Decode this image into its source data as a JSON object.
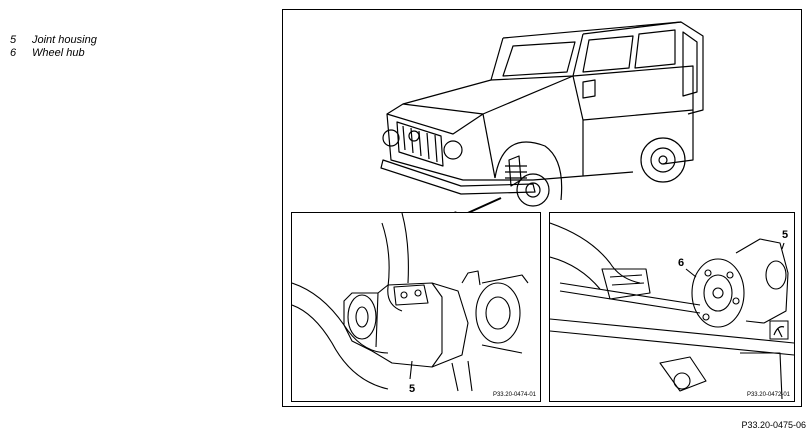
{
  "legend": [
    {
      "number": "5",
      "label": "Joint housing"
    },
    {
      "number": "6",
      "label": "Wheel hub"
    }
  ],
  "insets": {
    "left": {
      "callout": "5",
      "ref": "P33.20-0474-01"
    },
    "right": {
      "callout_a": "6",
      "callout_b": "5",
      "ref": "P33.20-0472-01"
    }
  },
  "figure_ref": "P33.20-0475-06"
}
